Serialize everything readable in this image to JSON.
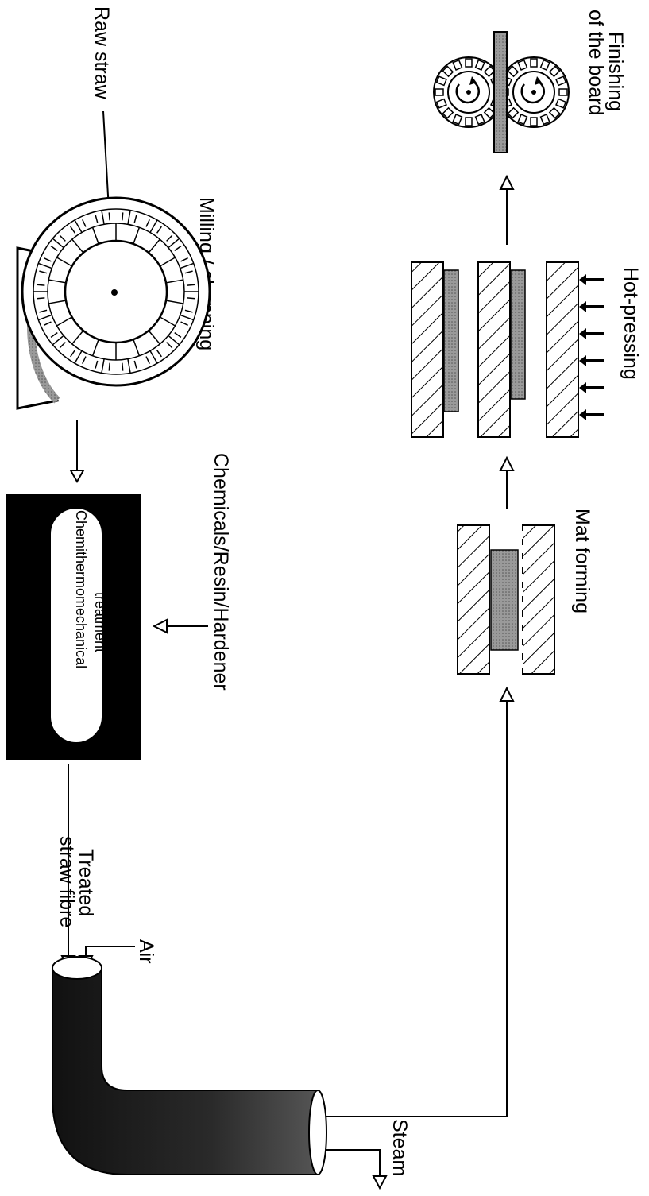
{
  "labels": {
    "raw_straw": "Raw straw",
    "milling": "Milling / chopping",
    "chemicals": "Chemicals/Resin/Hardener",
    "treatment_line1": "Chemithermomechanical",
    "treatment_line2": "treatment",
    "treated_line1": "Treated",
    "treated_line2": "straw fibre",
    "air": "Air",
    "steam": "Steam",
    "mat_forming": "Mat forming",
    "hot_pressing": "Hot-pressing",
    "finishing_line1": "Finishing",
    "finishing_line2": "of the board"
  }
}
